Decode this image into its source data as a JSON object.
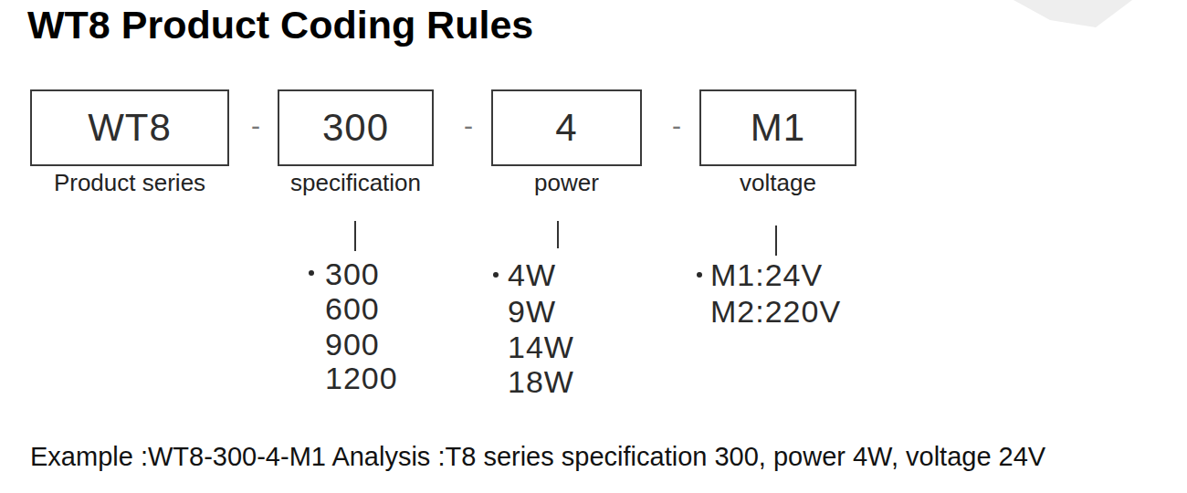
{
  "diagram": {
    "title": "WT8 Product Coding Rules",
    "caption": "Example :WT8-300-4-M1 Analysis :T8 series specification 300, power 4W, voltage 24V",
    "nodes": [
      {
        "text": [
          "WT8",
          "Product series"
        ]
      },
      {
        "text": [
          "300",
          "specification"
        ]
      },
      {
        "text": [
          "4",
          "power"
        ]
      },
      {
        "text": [
          "M1",
          "voltage"
        ]
      }
    ],
    "labels": [
      "-",
      "-",
      "-",
      "300",
      "600",
      "900",
      "1200",
      "4W",
      "9W",
      "14W",
      "18W",
      "M1:24V",
      "M2:220V"
    ]
  }
}
